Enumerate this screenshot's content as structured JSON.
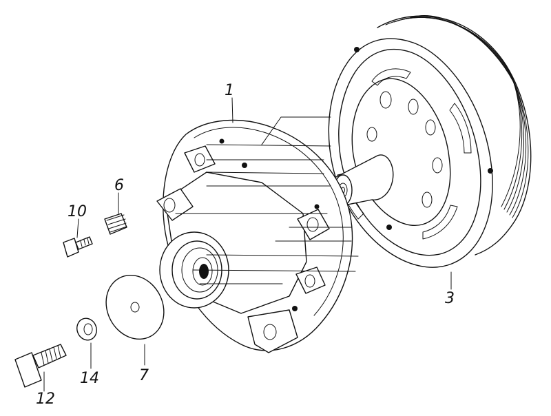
{
  "labels": {
    "hub": "1",
    "pulley": "3",
    "spring": "6",
    "washer_plate": "7",
    "bolt_small": "10",
    "bolt_large": "12",
    "lock_washer": "14"
  }
}
